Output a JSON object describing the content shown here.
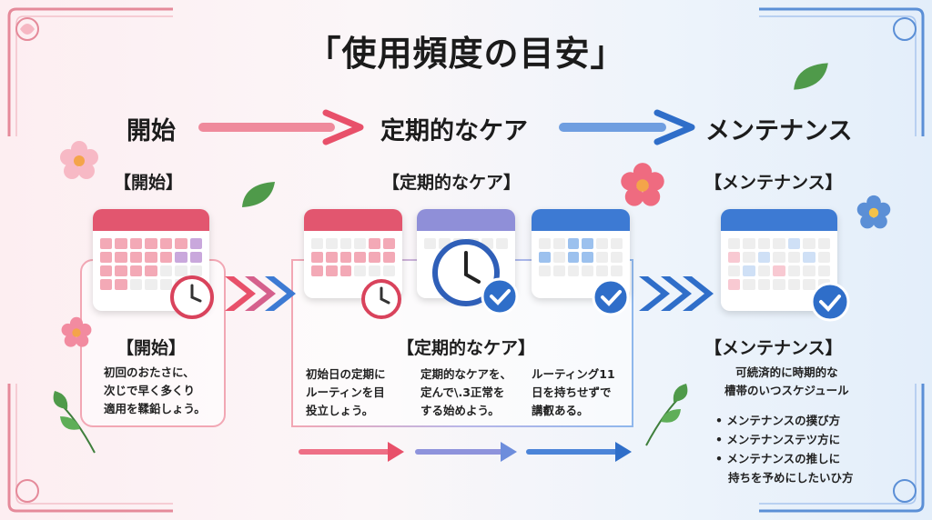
{
  "title": "「使用頻度の目安」",
  "flow": {
    "step1": "開始",
    "step2": "定期的なケア",
    "step3": "メンテナンス"
  },
  "col1": {
    "label_top": "【開始】",
    "label_box": "【開始】",
    "text_lines": [
      "初回のおたさに、",
      "次じで早く多くり",
      "適用を鞣鉛しょう。"
    ]
  },
  "col2": {
    "label_top": "【定期的なケア】",
    "label_box": "【定期的なケア】",
    "text_a": [
      "初始日の定期に",
      "ルーティンを目",
      "投立しょう。"
    ],
    "text_b": [
      "定期的なケアを、",
      "定んで\\.3正常を",
      "する始めよう。"
    ],
    "text_c": [
      "ルーティング11",
      "日を持ちせずで",
      "講叡ある。"
    ]
  },
  "col3": {
    "label_top": "【メンテナンス】",
    "label_box": "【メンテナンス】",
    "text_lines": [
      "可続済的に時期的な",
      "槽帯のいつスケジュール"
    ],
    "bullets": [
      "メンテナンスの撲び方",
      "メンテナンステツ方に",
      "メンテナンスの推しに"
    ],
    "bullet_tail": "持ちを予めにしたいひ方"
  },
  "colors": {
    "pink": "#e8506a",
    "blue": "#2f6ec9",
    "light_pink": "#f2a7b4"
  }
}
